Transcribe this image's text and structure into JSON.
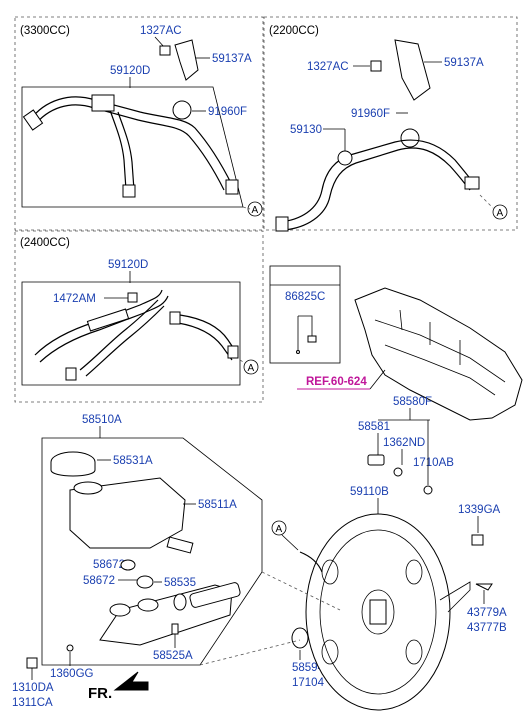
{
  "sections": {
    "v3300": "(3300CC)",
    "v2200": "(2200CC)",
    "v2400": "(2400CC)"
  },
  "labels": {
    "p1327AC_a": "1327AC",
    "p59120D_a": "59120D",
    "p59137A_a": "59137A",
    "p91960F_a": "91960F",
    "p1327AC_b": "1327AC",
    "p59137A_b": "59137A",
    "p59130": "59130",
    "p91960F_b": "91960F",
    "p59120D_b": "59120D",
    "p1472AM": "1472AM",
    "p86825C": "86825C",
    "ref": "REF.60-624",
    "p58580F": "58580F",
    "p58581": "58581",
    "p1362ND": "1362ND",
    "p1710AB": "1710AB",
    "p59110B": "59110B",
    "p1339GA": "1339GA",
    "p43779A": "43779A",
    "p43777B": "43777B",
    "p58594": "58594",
    "p17104": "17104",
    "p58510A": "58510A",
    "p58531A": "58531A",
    "p58511A": "58511A",
    "p58672_a": "58672",
    "p58672_b": "58672",
    "p58535": "58535",
    "p58525A": "58525A",
    "p1360GG": "1360GG",
    "p1310DA": "1310DA",
    "p1311CA": "1311CA",
    "fr": "FR.",
    "circleA": "A"
  },
  "colors": {
    "label": "#1a3fb0",
    "ref": "#c0169a"
  }
}
